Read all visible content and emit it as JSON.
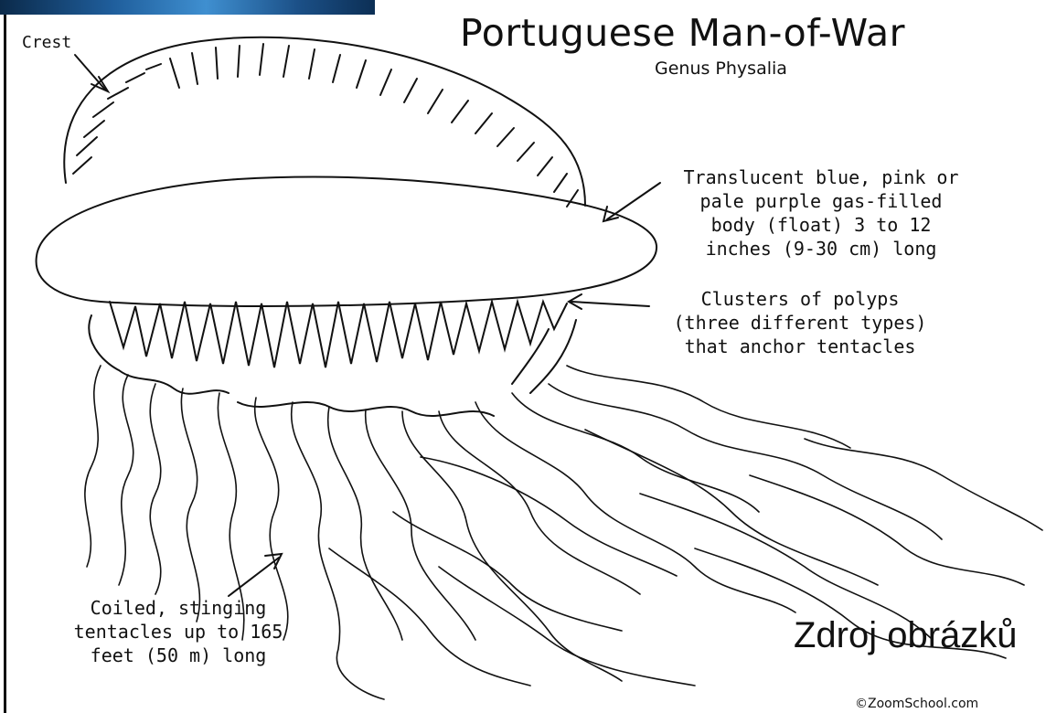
{
  "title": "Portuguese Man-of-War",
  "subtitle": "Genus Physalia",
  "labels": {
    "crest": "Crest",
    "body": "Translucent blue, pink or\npale purple gas-filled\nbody (float) 3 to 12\ninches (9-30 cm) long",
    "polyps": "Clusters of polyps\n(three different types)\nthat anchor tentacles",
    "tentacles": "Coiled, stinging\ntentacles up to 165\nfeet (50 m) long"
  },
  "source_text": "Zdroj obrázků",
  "copyright": "©ZoomSchool.com"
}
